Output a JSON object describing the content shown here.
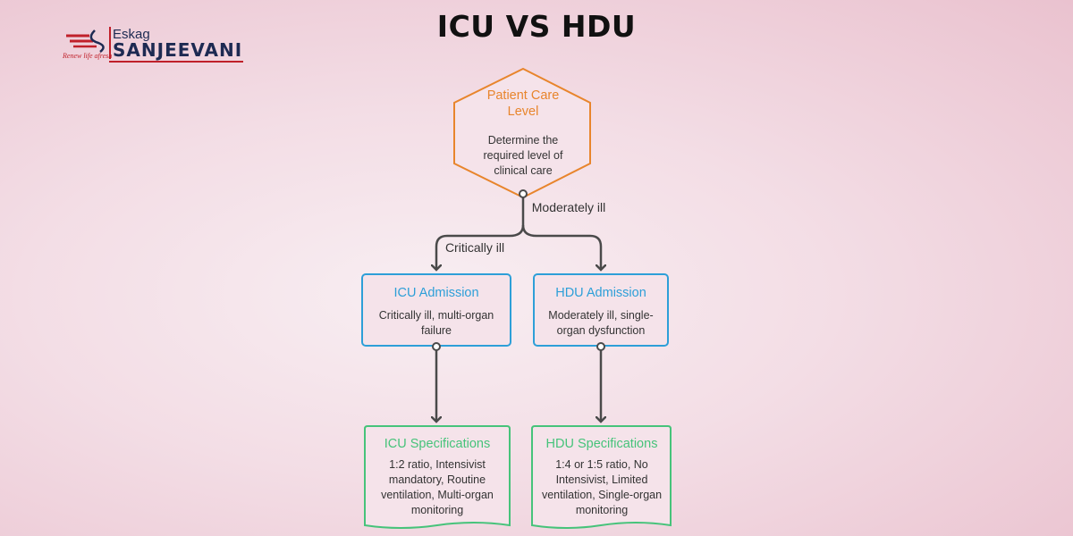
{
  "title": "ICU VS HDU",
  "logo": {
    "brand_top": "Eskag",
    "brand_main": "SANJEEVANI",
    "tagline": "Renew life afresh"
  },
  "nodes": {
    "root": {
      "title": "Patient Care Level",
      "desc": "Determine the required level of clinical care"
    },
    "icu_admission": {
      "title": "ICU Admission",
      "desc": "Critically ill, multi-organ failure"
    },
    "hdu_admission": {
      "title": "HDU Admission",
      "desc": "Moderately ill, single-organ dysfunction"
    },
    "icu_specs": {
      "title": "ICU Specifications",
      "desc": "1:2 ratio, Intensivist mandatory, Routine ventilation, Multi-organ monitoring"
    },
    "hdu_specs": {
      "title": "HDU Specifications",
      "desc": "1:4 or 1:5 ratio, No Intensivist, Limited ventilation, Single-organ monitoring"
    }
  },
  "edges": {
    "critically_ill": "Critically ill",
    "moderately_ill": "Moderately ill"
  },
  "colors": {
    "root": "#e8852c",
    "admission": "#2d9fd8",
    "specs": "#46c37a",
    "connector": "#4a4a4a",
    "logo_red": "#c0202a",
    "logo_navy": "#1d2a52"
  }
}
